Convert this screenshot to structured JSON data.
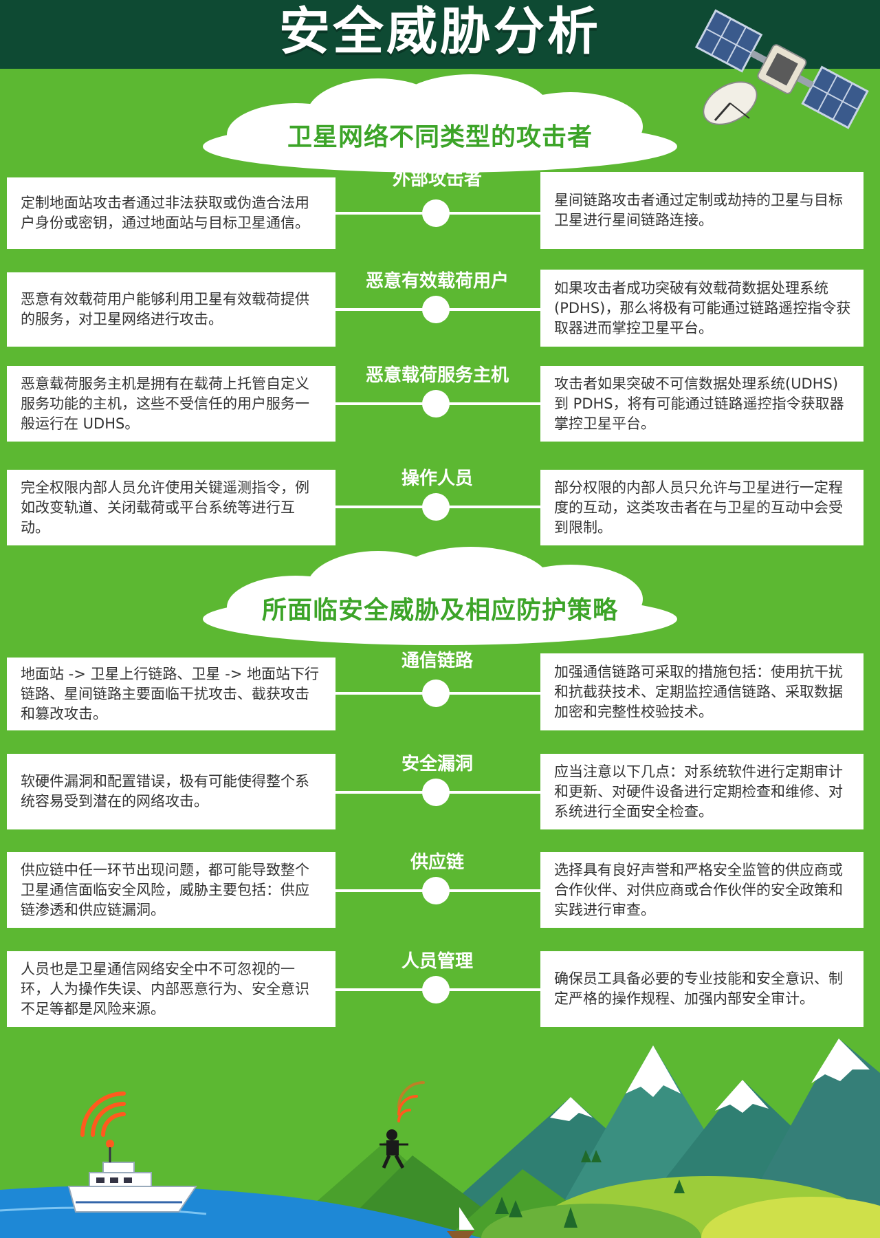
{
  "title": "安全威胁分析",
  "sections": [
    {
      "heading": "卫星网络不同类型的攻击者",
      "rows": [
        {
          "category": "外部攻击者",
          "left": "定制地面站攻击者通过非法获取或伪造合法用户身份或密钥，通过地面站与目标卫星通信。",
          "right": "星间链路攻击者通过定制或劫持的卫星与目标卫星进行星间链路连接。"
        },
        {
          "category": "恶意有效载荷用户",
          "left": "恶意有效载荷用户能够利用卫星有效载荷提供的服务，对卫星网络进行攻击。",
          "right": "如果攻击者成功突破有效载荷数据处理系统(PDHS)，那么将极有可能通过链路遥控指令获取器进而掌控卫星平台。"
        },
        {
          "category": "恶意载荷服务主机",
          "left": "恶意载荷服务主机是拥有在载荷上托管自定义服务功能的主机，这些不受信任的用户服务一般运行在 UDHS。",
          "right": "攻击者如果突破不可信数据处理系统(UDHS)到 PDHS，将有可能通过链路遥控指令获取器掌控卫星平台。"
        },
        {
          "category": "操作人员",
          "left": "完全权限内部人员允许使用关键遥测指令，例如改变轨道、关闭载荷或平台系统等进行互动。",
          "right": "部分权限的内部人员只允许与卫星进行一定程度的互动，这类攻击者在与卫星的互动中会受到限制。"
        }
      ]
    },
    {
      "heading": "所面临安全威胁及相应防护策略",
      "rows": [
        {
          "category": "通信链路",
          "left": "地面站 -> 卫星上行链路、卫星 -> 地面站下行链路、星间链路主要面临干扰攻击、截获攻击和篡改攻击。",
          "right": "加强通信链路可采取的措施包括：使用抗干扰和抗截获技术、定期监控通信链路、采取数据加密和完整性校验技术。"
        },
        {
          "category": "安全漏洞",
          "left": "软硬件漏洞和配置错误，极有可能使得整个系统容易受到潜在的网络攻击。",
          "right": "应当注意以下几点：对系统软件进行定期审计和更新、对硬件设备进行定期检查和维修、对系统进行全面安全检查。"
        },
        {
          "category": "供应链",
          "left": "供应链中任一环节出现问题，都可能导致整个卫星通信面临安全风险，威胁主要包括：供应链渗透和供应链漏洞。",
          "right": "选择具有良好声誉和严格安全监管的供应商或合作伙伴、对供应商或合作伙伴的安全政策和实践进行审查。"
        },
        {
          "category": "人员管理",
          "left": "人员也是卫星通信网络安全中不可忽视的一环，人为操作失误、内部恶意行为、安全意识不足等都是风险来源。",
          "right": "确保员工具备必要的专业技能和安全意识、制定严格的操作规程、加强内部安全审计。"
        }
      ]
    }
  ],
  "colors": {
    "background": "#5cb832",
    "header": "#0e4a33",
    "heading_text": "#3ca428",
    "box": "#ffffff",
    "box_text": "#333333"
  },
  "icons": [
    "satellite-icon",
    "cloud-banner",
    "wifi-signal-icon",
    "boat-icon",
    "soldier-icon",
    "mountain-landscape"
  ]
}
